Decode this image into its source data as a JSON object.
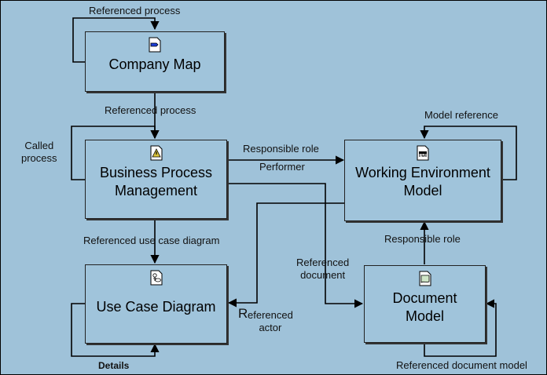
{
  "nodes": {
    "company_map": {
      "title": "Company Map",
      "icon": "process-map-icon"
    },
    "bpm": {
      "title": "Business Process\nManagement",
      "icon": "process-warning-icon"
    },
    "use_case": {
      "title": "Use Case Diagram",
      "icon": "use-case-icon"
    },
    "wem": {
      "title": "Working Environment\nModel",
      "icon": "working-environment-icon"
    },
    "doc": {
      "title": "Document\nModel",
      "icon": "document-icon"
    }
  },
  "labels": {
    "ref_process_top": "Referenced process",
    "ref_process_mid": "Referenced process",
    "called_process": "Called\nprocess",
    "responsible_role_top": "Responsible role",
    "performer": "Performer",
    "model_reference": "Model reference",
    "ref_use_case": "Referenced use case diagram",
    "ref_document": "Referenced\ndocument",
    "responsible_role_bottom": "Responsible role",
    "ref_actor_initial": "R",
    "ref_actor_rest": "eferenced\nactor",
    "details": "Details",
    "ref_doc_model": "Referenced document model"
  },
  "colors": {
    "background": "#9fc2d9",
    "node_fill": "#a0c4db",
    "line": "#000000"
  }
}
